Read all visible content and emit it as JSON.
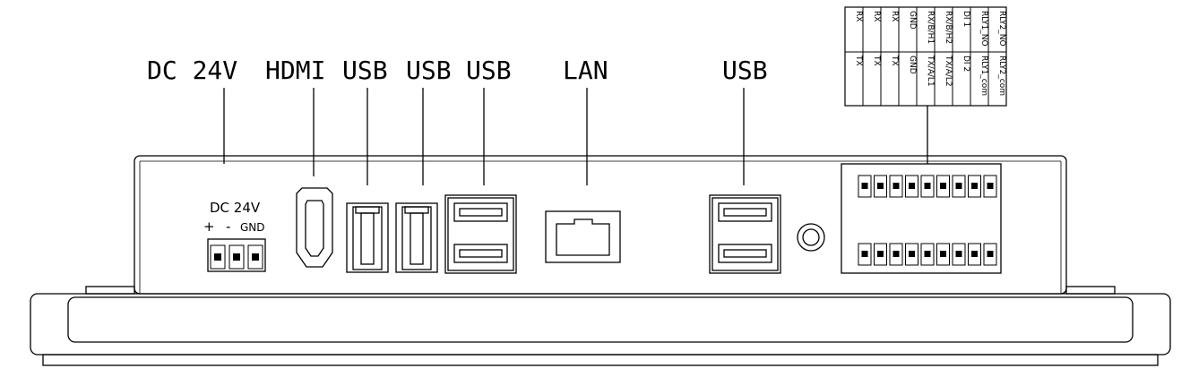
{
  "port_labels": {
    "dc": "DC 24V",
    "hdmi": "HDMI",
    "usb1": "USB",
    "usb2": "USB",
    "usb3": "USB",
    "lan": "LAN",
    "usb4": "USB"
  },
  "dc_connector": {
    "title": "DC 24V",
    "plus": "+",
    "minus": "-",
    "gnd": "GND"
  },
  "pin_table": {
    "top_row": [
      "RX",
      "RX",
      "RX",
      "GND",
      "RX/B/H1",
      "RX/B/H2",
      "DI 1",
      "RLY1_NO",
      "RLY2_NO"
    ],
    "bottom_row": [
      "TX",
      "TX",
      "TX",
      "GND",
      "TX/A/L1",
      "TX/A/L2",
      "DI 2",
      "RLY1_com",
      "RLY2_com"
    ]
  }
}
